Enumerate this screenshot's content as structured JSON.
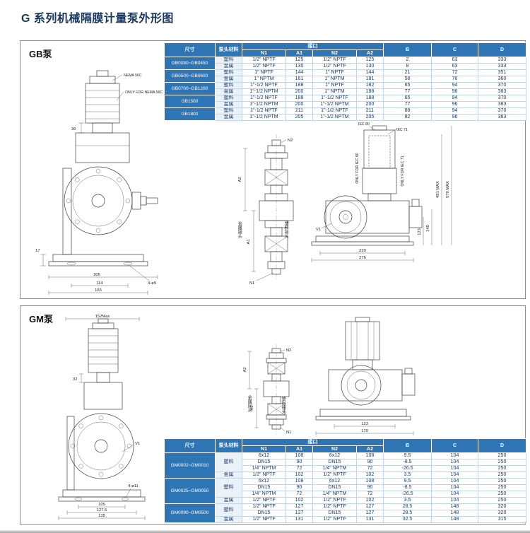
{
  "page": {
    "title": "G 系列机械隔膜计量泵外形图"
  },
  "colors": {
    "header_blue": "#2E75B6",
    "title_color": "#17365D"
  },
  "table_headers": {
    "size": "尺寸",
    "material": "泵头材料",
    "interface": "接口",
    "n1": "N1",
    "a1": "A1",
    "n2": "N2",
    "a2": "A2",
    "b": "B",
    "c": "C",
    "d": "D"
  },
  "gb": {
    "label": "GB泵",
    "groups": [
      {
        "size": "GB0080~GB0450",
        "rows": [
          {
            "material": "塑料",
            "n1": "1/2\" NPTF",
            "a1": "125",
            "n2": "1/2\" NPTF",
            "a2": "125",
            "b": "2",
            "c": "63",
            "d": "333"
          },
          {
            "material": "金属",
            "n1": "1/2\" NPTF",
            "a1": "130",
            "n2": "1/2\" NPTF",
            "a2": "130",
            "b": "8",
            "c": "63",
            "d": "333"
          }
        ]
      },
      {
        "size": "GB0500~GB0600",
        "rows": [
          {
            "material": "塑料",
            "n1": "1\" NPTF",
            "a1": "144",
            "n2": "1\" NPTF",
            "a2": "144",
            "b": "21",
            "c": "72",
            "d": "351"
          },
          {
            "material": "金属",
            "n1": "1\" NPTM",
            "a1": "161",
            "n2": "1\" NPTM",
            "a2": "181",
            "b": "58",
            "c": "76",
            "d": "360"
          }
        ]
      },
      {
        "size": "GB0700~GB1200",
        "rows": [
          {
            "material": "塑料",
            "n1": "1\"-1/2 NPTF",
            "a1": "188",
            "n2": "1\" NPTF",
            "a2": "182",
            "b": "65",
            "c": "94",
            "d": "370"
          },
          {
            "material": "金属",
            "n1": "1\"-1/2 NPTM",
            "a1": "200",
            "n2": "1\" NPTM",
            "a2": "188",
            "b": "77",
            "c": "96",
            "d": "383"
          }
        ]
      },
      {
        "size": "GB1500",
        "rows": [
          {
            "material": "塑料",
            "n1": "1\"-1/2 NPTF",
            "a1": "188",
            "n2": "1\"-1/2 NPTF",
            "a2": "188",
            "b": "65",
            "c": "94",
            "d": "370"
          },
          {
            "material": "金属",
            "n1": "1\"-1/2 NPTM",
            "a1": "200",
            "n2": "1\"-1/2 NPTM",
            "a2": "200",
            "b": "77",
            "c": "96",
            "d": "383"
          }
        ]
      },
      {
        "size": "GB1800",
        "rows": [
          {
            "material": "塑料",
            "n1": "1\"-1/2 NPTF",
            "a1": "211",
            "n2": "1\"-1/2 NPTF",
            "a2": "211",
            "b": "88",
            "c": "94",
            "d": "370"
          },
          {
            "material": "金属",
            "n1": "1\"-1/2 NPTM",
            "a1": "205",
            "n2": "1\"-1/2 NPTM",
            "a2": "205",
            "b": "82",
            "c": "96",
            "d": "383"
          }
        ]
      }
    ],
    "drawing": {
      "nema": "NEMA 56C",
      "only_nema": "ONLY FOR NEMA 56C",
      "dim_30": "30",
      "dim_17": "17",
      "dim_305": "305",
      "dim_114": "114",
      "dim_165": "165",
      "holes": "4-ø9",
      "n1": "N1",
      "n2": "N2",
      "a1": "A1",
      "a2": "A2",
      "v1": "V1",
      "metal_fitting": "金属接头",
      "plastic_fitting": "塑料接头",
      "iec80": "IEC 80",
      "iec71": "IEC 71",
      "only_iec80": "ONLY FOR IEC 80",
      "only_iec71": "ONLY FOR IEC 71",
      "dim_570": "570 MAX",
      "dim_491": "491 MAX",
      "dim_123": "123",
      "dim_140": "140",
      "dim_229": "229",
      "dim_276": "276"
    }
  },
  "gm": {
    "label": "GM泵",
    "groups": [
      {
        "size": "GM0002~GM0010",
        "rows": [
          {
            "material": "塑料",
            "mspan": 3,
            "n1": "6x12",
            "a1": "108",
            "n2": "6x12",
            "a2": "108",
            "b": "9.5",
            "c": "104",
            "d": "250"
          },
          {
            "n1": "DN15",
            "a1": "90",
            "n2": "DN15",
            "a2": "90",
            "b": "-8.5",
            "c": "104",
            "d": "250"
          },
          {
            "n1": "1/4\" NPTM",
            "a1": "72",
            "n2": "1/4\" NPTM",
            "a2": "72",
            "b": "-26.5",
            "c": "104",
            "d": "250"
          },
          {
            "material": "金属",
            "mspan": 1,
            "n1": "1/2\" NPTF",
            "a1": "102",
            "n2": "1/2\" NPTF",
            "a2": "102",
            "b": "3.5",
            "c": "104",
            "d": "250"
          }
        ]
      },
      {
        "size": "GM0025~GM0050",
        "rows": [
          {
            "material": "塑料",
            "mspan": 3,
            "n1": "6x12",
            "a1": "108",
            "n2": "6x12",
            "a2": "108",
            "b": "9.5",
            "c": "104",
            "d": "250"
          },
          {
            "n1": "DN15",
            "a1": "90",
            "n2": "DN15",
            "a2": "90",
            "b": "-8.5",
            "c": "104",
            "d": "250"
          },
          {
            "n1": "1/4\" NPTM",
            "a1": "72",
            "n2": "1/4\" NPTM",
            "a2": "72",
            "b": "-26.5",
            "c": "104",
            "d": "250"
          },
          {
            "material": "金属",
            "mspan": 1,
            "n1": "1/2\" NPTF",
            "a1": "102",
            "n2": "1/2\" NPTF",
            "a2": "102",
            "b": "3.5",
            "c": "104",
            "d": "250"
          }
        ]
      },
      {
        "size": "GM0090~GM0500",
        "rows": [
          {
            "material": "塑料",
            "mspan": 2,
            "n1": "1/2\" NPTF",
            "a1": "127",
            "n2": "1/2\" NPTF",
            "a2": "127",
            "b": "28.5",
            "c": "148",
            "d": "320"
          },
          {
            "n1": "DN15",
            "a1": "127",
            "n2": "DN15",
            "a2": "127",
            "b": "28.5",
            "c": "148",
            "d": "320"
          },
          {
            "material": "金属",
            "mspan": 1,
            "n1": "1/2\" NPTF",
            "a1": "131",
            "n2": "1/2\" NPTF",
            "a2": "131",
            "b": "32.5",
            "c": "148",
            "d": "315"
          }
        ]
      }
    ],
    "drawing": {
      "dim_152": "152Max",
      "dim_32": "32",
      "dim_105": "105",
      "dim_127_5": "127.5",
      "dim_135": "135",
      "holes": "4-ø11",
      "n1": "N1",
      "n2": "N2",
      "a1": "A1",
      "a2": "A2",
      "v1": "V1",
      "metal_fitting": "金属接头",
      "plastic_fitting": "塑料接头",
      "dim_123": "123",
      "dim_170": "170"
    }
  }
}
